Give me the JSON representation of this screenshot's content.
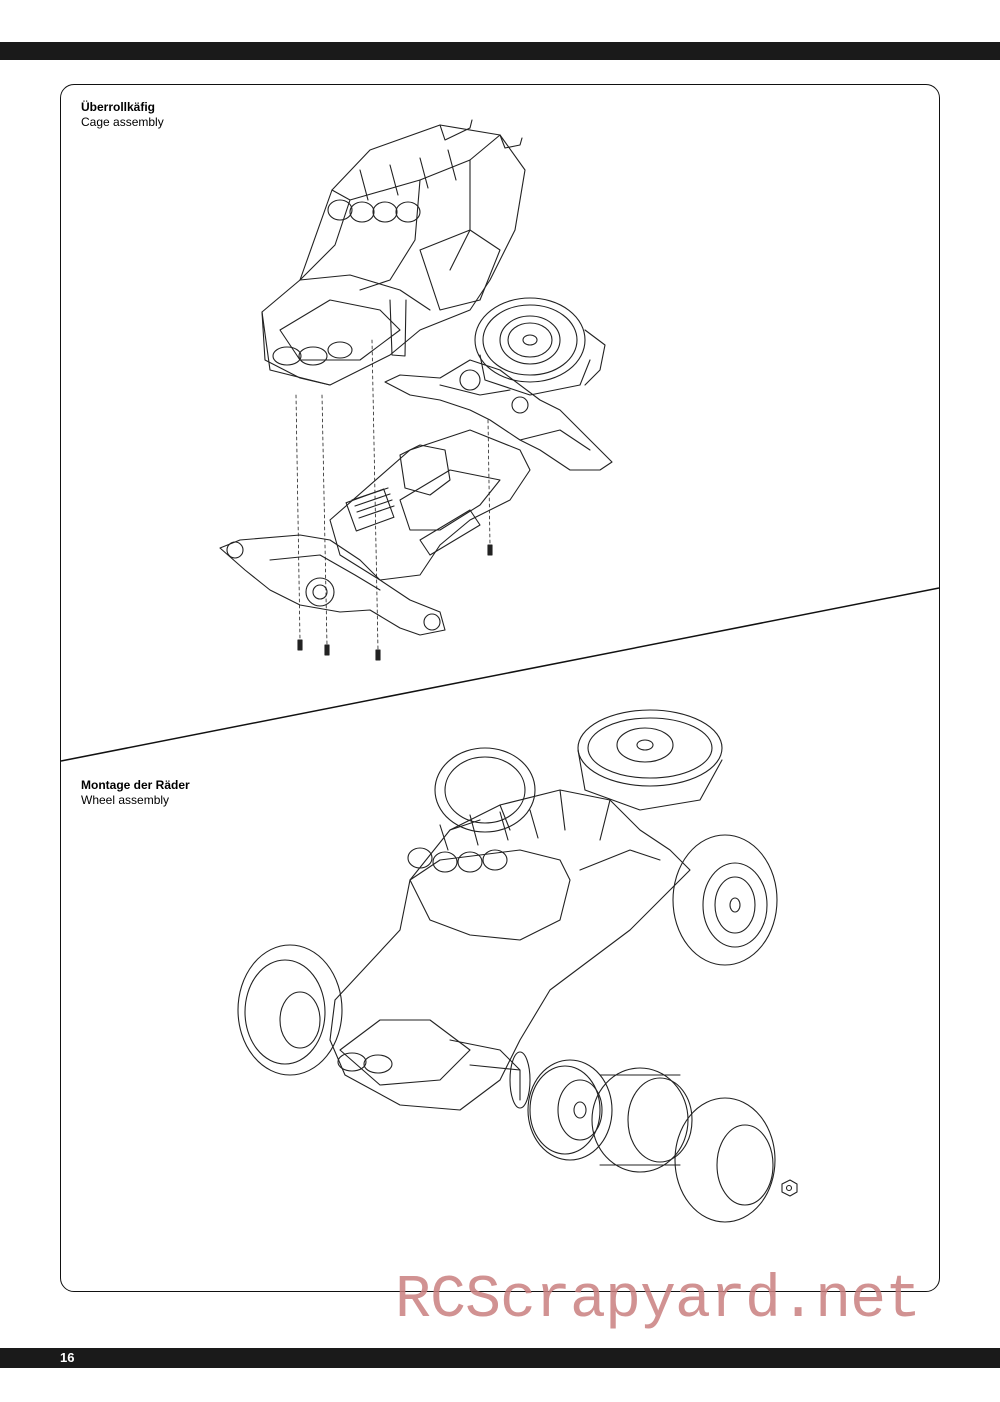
{
  "sections": {
    "cage": {
      "title_de": "Überrollkäfig",
      "title_en": "Cage assembly"
    },
    "wheels": {
      "title_de": "Montage der Räder",
      "title_en": "Wheel assembly"
    }
  },
  "footer": {
    "page_number": "16"
  },
  "watermark": {
    "text": "RCScrapyard.net",
    "color": "#c97f7f"
  },
  "colors": {
    "bars": "#1a1a1a",
    "line_art": "#222222"
  }
}
